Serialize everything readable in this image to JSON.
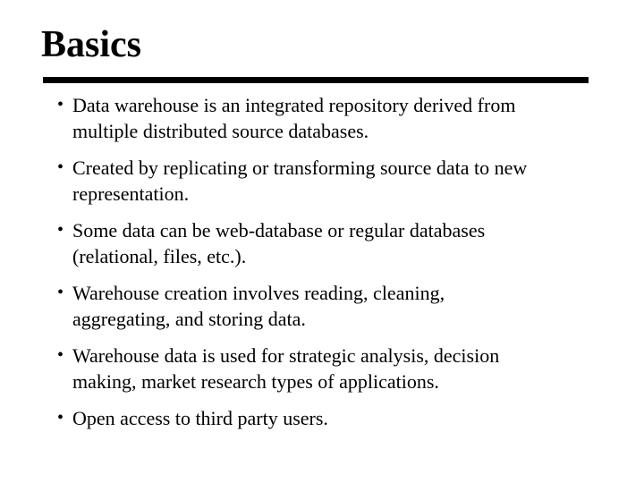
{
  "slide": {
    "title": "Basics",
    "bullet_char": "•",
    "bullets": [
      {
        "lines": [
          "Data warehouse is an integrated repository derived from",
          "multiple distributed source databases."
        ]
      },
      {
        "lines": [
          "Created by replicating or transforming source data to new",
          "representation."
        ]
      },
      {
        "lines": [
          "Some data can be web-database or regular databases",
          "(relational, files, etc.)."
        ]
      },
      {
        "lines": [
          "Warehouse creation involves reading, cleaning,",
          "aggregating, and storing data."
        ]
      },
      {
        "lines": [
          "Warehouse data is used for strategic analysis, decision",
          "making, market research types of applications."
        ]
      },
      {
        "lines": [
          "Open access to third party users."
        ]
      }
    ],
    "colors": {
      "background": "#ffffff",
      "text": "#000000",
      "rule": "#000000"
    }
  }
}
